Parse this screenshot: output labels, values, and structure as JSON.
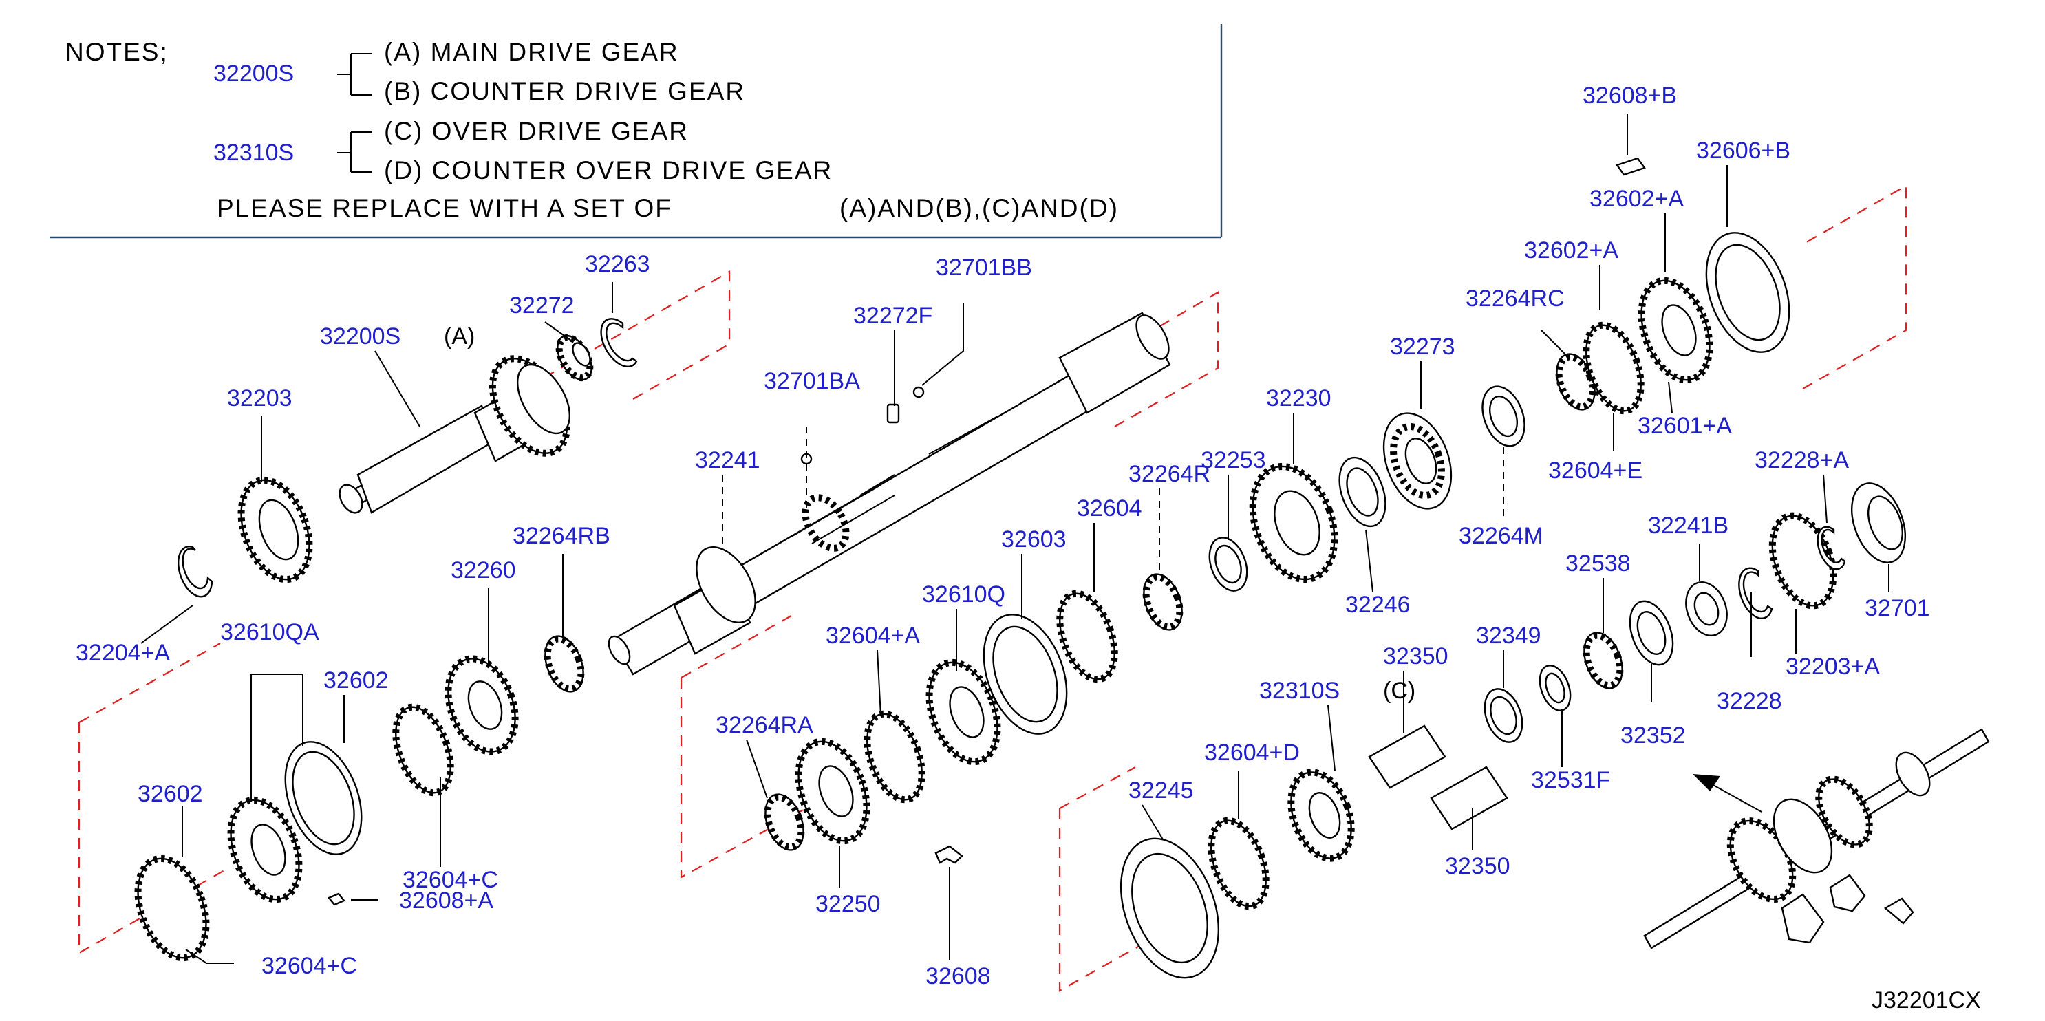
{
  "notes": {
    "title": "NOTES;",
    "group1_code": "32200S",
    "line_a": "(A)  MAIN  DRIVE  GEAR",
    "line_b": "(B)  COUNTER  DRIVE  GEAR",
    "group2_code": "32310S",
    "line_c": "(C)  OVER  DRIVE  GEAR",
    "line_d": "(D)  COUNTER  OVER  DRIVE  GEAR",
    "replace_text": "PLEASE  REPLACE  WITH  A  SET  OF",
    "replace_sets": "(A)AND(B),(C)AND(D)"
  },
  "markers": {
    "a": "(A)",
    "c": "(C)"
  },
  "diagram_code": "J32201CX",
  "part_numbers": {
    "p32263": "32263",
    "p32272": "32272",
    "p32200S": "32200S",
    "p32203": "32203",
    "p32204A": "32204+A",
    "p32610QA": "32610QA",
    "p32602_a": "32602",
    "p32602_b": "32602",
    "p32604C_a": "32604+C",
    "p32604C_b": "32604+C",
    "p32608A": "32608+A",
    "p32260": "32260",
    "p32264RB": "32264RB",
    "p32241": "32241",
    "p32701BA": "32701BA",
    "p32272F": "32272F",
    "p32701BB": "32701BB",
    "p32264RA": "32264RA",
    "p32604A_mid": "32604+A",
    "p32610Q": "32610Q",
    "p32603": "32603",
    "p32604": "32604",
    "p32264R": "32264R",
    "p32250": "32250",
    "p32608": "32608",
    "p32245": "32245",
    "p32604D": "32604+D",
    "p32310S": "32310S",
    "p32350_top": "32350",
    "p32350_bot": "32350",
    "p32349": "32349",
    "p32531F": "32531F",
    "p32253": "32253",
    "p32230": "32230",
    "p32246": "32246",
    "p32273": "32273",
    "p32264M": "32264M",
    "p32264RC": "32264RC",
    "p32538": "32538",
    "p32352": "32352",
    "p32241B": "32241B",
    "p32228": "32228",
    "p32228A": "32228+A",
    "p32203A": "32203+A",
    "p32701": "32701",
    "p32608B": "32608+B",
    "p32606B": "32606+B",
    "p32602A_1": "32602+A",
    "p32602A_2": "32602+A",
    "p32601A": "32601+A",
    "p32604E": "32604+E"
  },
  "colors": {
    "part_number": "#1f1fcc",
    "phantom_line": "#e02020",
    "frame": "#2b4a6b"
  }
}
